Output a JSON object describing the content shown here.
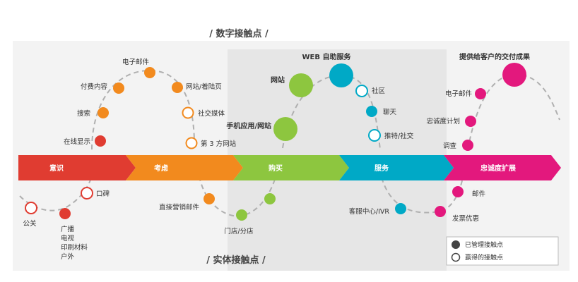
{
  "colors": {
    "awareness": "#e03c31",
    "consideration": "#f28a1e",
    "purchase": "#8dc63f",
    "service": "#00a9c6",
    "loyalty": "#e3187d",
    "panel": "#f3f3f3",
    "center_panel": "#e6e6e6",
    "curve": "#b0b0b0"
  },
  "titles": {
    "digital": "/ 数字接触点 /",
    "physical": "/ 实体接触点 /",
    "web_self_service": "WEB 自助服务",
    "deliverables": "提供给客户的交付成果"
  },
  "stages": [
    {
      "label": "意识"
    },
    {
      "label": "考虑"
    },
    {
      "label": "购买"
    },
    {
      "label": "服务"
    },
    {
      "label": "忠诚度扩展"
    }
  ],
  "touchpoints": {
    "online_display": "在线显示",
    "search": "搜索",
    "paid_content": "付费内容",
    "email_top": "电子邮件",
    "website_landing": "网站/着陆页",
    "social_media": "社交媒体",
    "third_party_sites": "第 3 方网站",
    "mobile_app": "手机应用/网站",
    "website": "网站",
    "community": "社区",
    "chat": "聊天",
    "twitter_social": "推特/社交",
    "email_loyalty": "电子邮件",
    "loyalty_plan": "忠诚度计划",
    "survey": "调查",
    "pr": "公关",
    "word_of_mouth": "口碑",
    "media": [
      "广播",
      "电视",
      "印刷材料",
      "户外"
    ],
    "direct_mail": "直接营销邮件",
    "stores": "门店/分店",
    "call_center": "客服中心/IVR",
    "mail": "邮件",
    "promotions": "发票优惠"
  },
  "legend": {
    "managed": "已管理接触点",
    "earned": "赢得的接触点"
  }
}
